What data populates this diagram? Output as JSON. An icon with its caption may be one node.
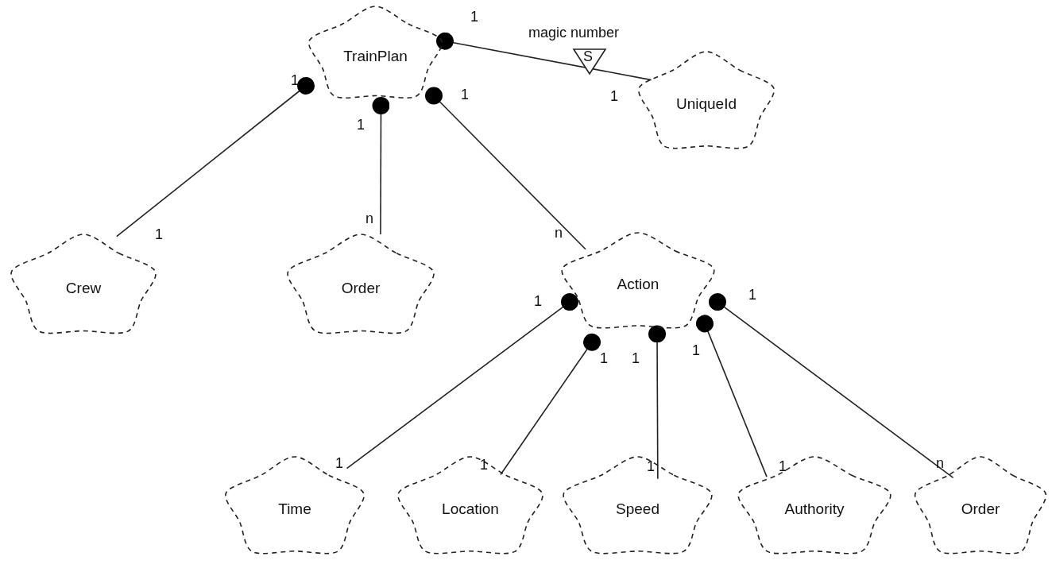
{
  "diagram": {
    "nodes": [
      {
        "text": [
          "TrainPlan"
        ]
      },
      {
        "text": [
          "UniqueId"
        ]
      },
      {
        "text": [
          "Crew"
        ]
      },
      {
        "text": [
          "Order"
        ]
      },
      {
        "text": [
          "Action"
        ]
      },
      {
        "text": [
          "Time"
        ]
      },
      {
        "text": [
          "Location"
        ]
      },
      {
        "text": [
          "Speed"
        ]
      },
      {
        "text": [
          "Authority"
        ]
      },
      {
        "text": [
          "Order"
        ]
      }
    ],
    "edges": [
      {
        "from": 0,
        "to": 1,
        "arrow": "other",
        "label": "magic number"
      },
      {
        "from": 0,
        "to": 2,
        "arrow": "other"
      },
      {
        "from": 0,
        "to": 3,
        "arrow": "other"
      },
      {
        "from": 0,
        "to": 4,
        "arrow": "other"
      },
      {
        "from": 4,
        "to": 5,
        "arrow": "other"
      },
      {
        "from": 4,
        "to": 6,
        "arrow": "other"
      },
      {
        "from": 4,
        "to": 7,
        "arrow": "other"
      },
      {
        "from": 4,
        "to": 8,
        "arrow": "other"
      },
      {
        "from": 4,
        "to": 9,
        "arrow": "other"
      }
    ],
    "labels": [
      "1",
      "S",
      "1",
      "1",
      "1",
      "1",
      "1",
      "n",
      "n",
      "1",
      "1",
      "1",
      "1",
      "1",
      "1",
      "1",
      "1",
      "1",
      "n"
    ]
  }
}
